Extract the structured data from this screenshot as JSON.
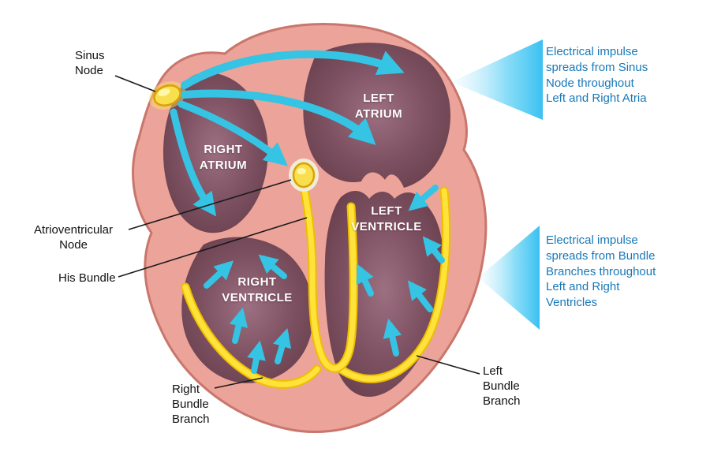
{
  "title": "Heart electrical conduction system diagram",
  "colors": {
    "heart_wall_pink": "#ECA39A",
    "heart_outline": "#C9766C",
    "chamber_maroon": "#663D4B",
    "chamber_center_mauve": "#9C7080",
    "conduction_yellow": "#FFE33A",
    "conduction_yellow_edge": "#EFBE00",
    "impulse_arrow_cyan": "#35C4E4",
    "annotation_blue": "#1878B8",
    "label_black": "#111111"
  },
  "structure_labels": {
    "sinus_node": "Sinus\nNode",
    "av_node": "Atrioventricular\nNode",
    "his_bundle": "His Bundle",
    "right_bundle_branch": "Right\nBundle\nBranch",
    "left_bundle_branch": "Left\nBundle\nBranch"
  },
  "chamber_labels": {
    "left_atrium": "LEFT\nATRIUM",
    "right_atrium": "RIGHT\nATRIUM",
    "left_ventricle": "LEFT\nVENTRICLE",
    "right_ventricle": "RIGHT\nVENTRICLE"
  },
  "annotations": {
    "atria": "Electrical impulse\nspreads from Sinus\nNode throughout\nLeft and Right Atria",
    "ventricles": "Electrical impulse\nspreads from Bundle\nBranches throughout\nLeft and Right\nVentricles"
  }
}
